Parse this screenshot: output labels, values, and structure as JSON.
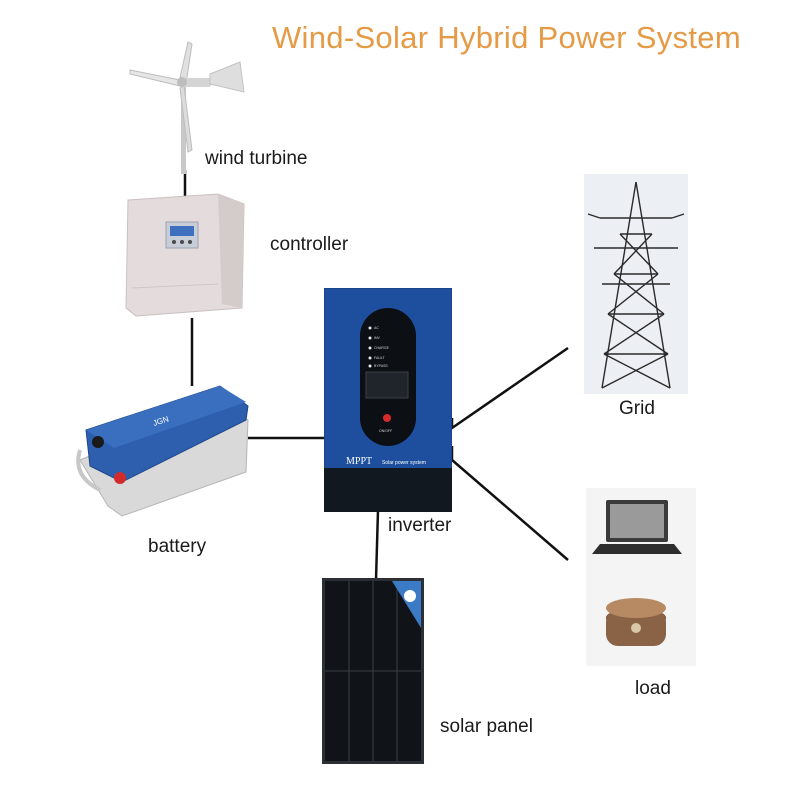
{
  "title": "Wind-Solar Hybrid Power System",
  "labels": {
    "wind_turbine": "wind turbine",
    "controller": "controller",
    "battery": "battery",
    "inverter": "inverter",
    "grid": "Grid",
    "load": "load",
    "solar_panel": "solar panel"
  },
  "inverter_panel": {
    "brand": "MPPT",
    "subtitle": "Solar power system",
    "indicators": [
      "AC",
      "INV",
      "CHARGE",
      "FAULT",
      "BYPASS"
    ],
    "button": "ON/OFF"
  },
  "battery_panel": {
    "brand": "JGN"
  },
  "colors": {
    "title": "#e59a45",
    "inverter_blue": "#1d4f9e",
    "battery_blue": "#2d5fae",
    "controller": "#e4dcdc",
    "panel_dark": "#101418",
    "panel_frame": "#2c2f33",
    "wire": "#111111"
  }
}
